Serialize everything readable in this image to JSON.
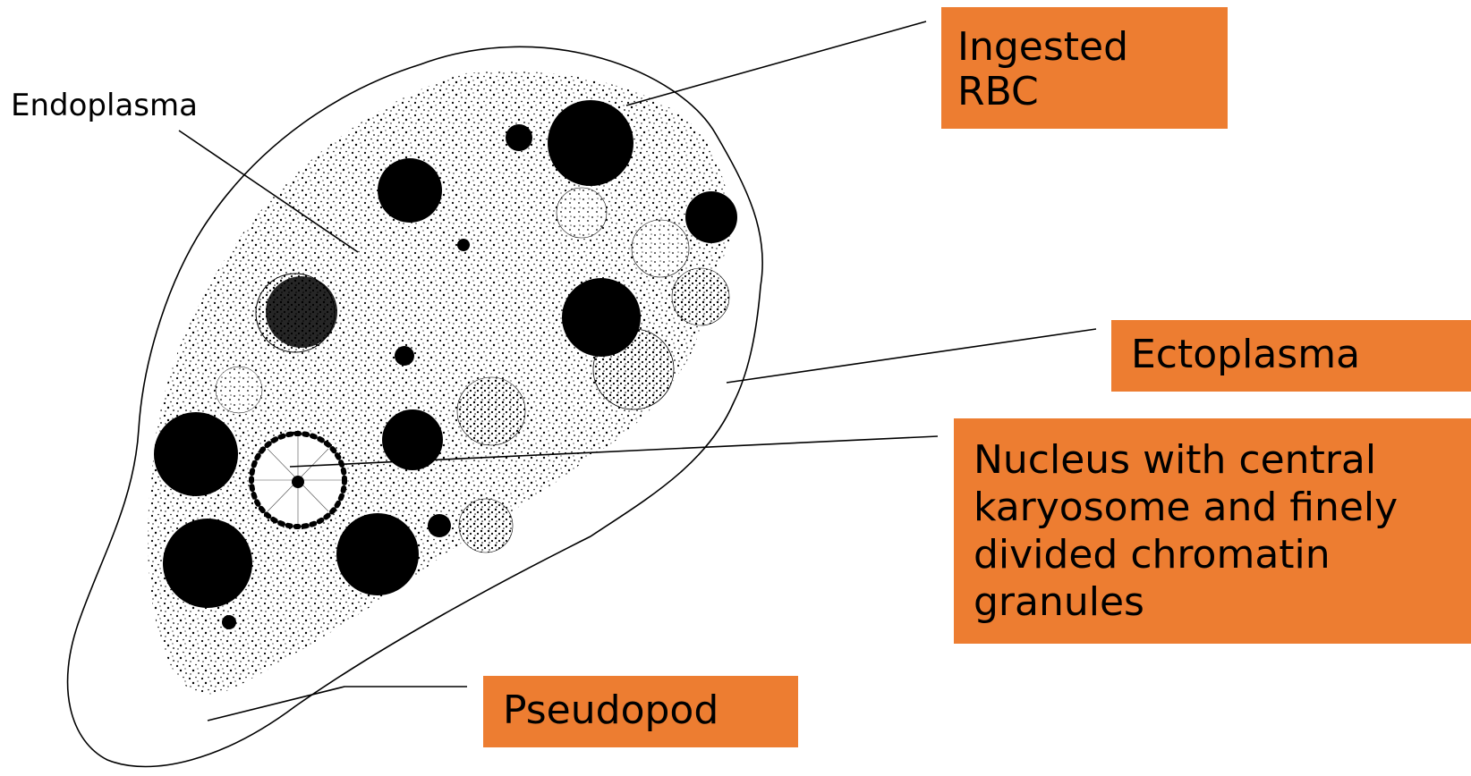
{
  "labels": {
    "endoplasma": "Endoplasma",
    "ingested_rbc": [
      "Ingested",
      "RBC"
    ],
    "ectoplasma": "Ectoplasma",
    "nucleus": [
      "Nucleus with central",
      "karyosome and finely",
      "divided chromatin",
      "granules"
    ],
    "pseudopod": "Pseudopod"
  },
  "colors": {
    "label_box": "#ED7D31",
    "ink": "#000000",
    "background": "#FFFFFF"
  }
}
